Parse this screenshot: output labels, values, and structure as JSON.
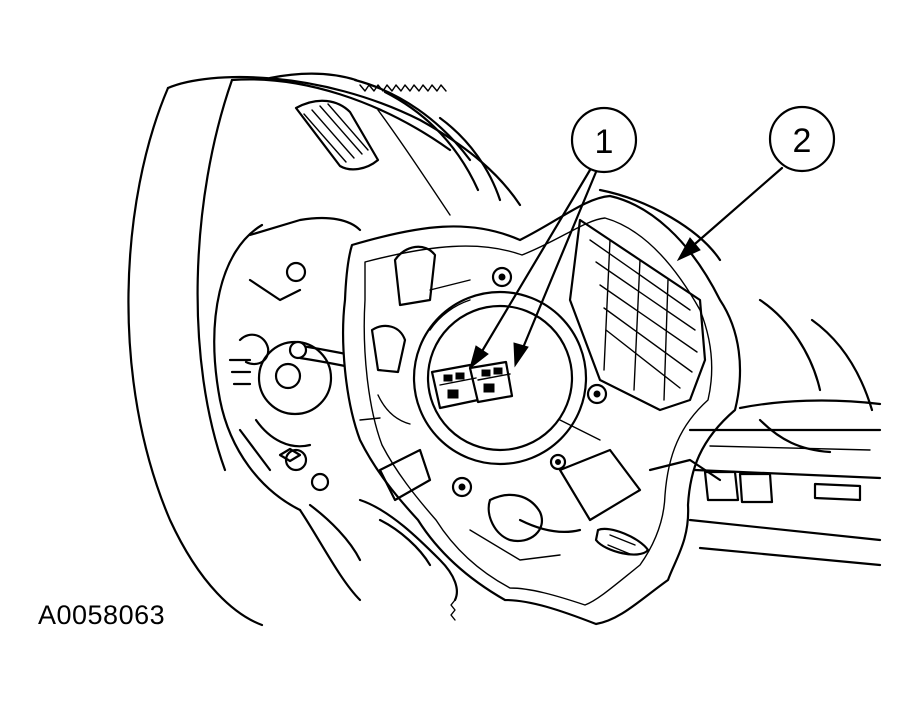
{
  "figure_id": "A0058063",
  "callouts": [
    {
      "label": "1"
    },
    {
      "label": "2"
    }
  ]
}
